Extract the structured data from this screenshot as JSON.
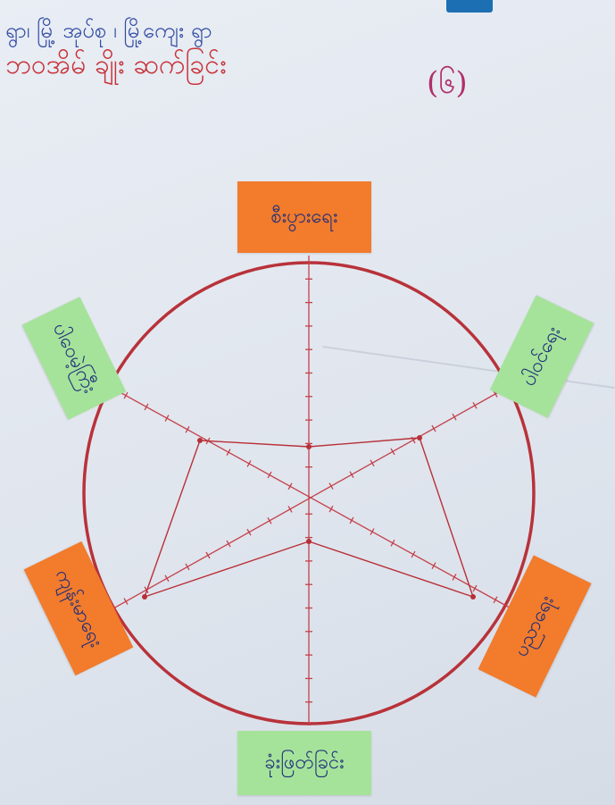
{
  "header": {
    "line1": "ရွာ၊ မြို့ အုပ်စု ၊ မြို့ကျေး ရွာ",
    "line2": "ဘဝအိမ် ချိုး ဆက်ခြင်း",
    "page_number": "(၆)"
  },
  "cards": {
    "top": "စီးပွားရေး",
    "upper_left": "ပါဝေမဲ့ကြီး",
    "upper_right": "ပါဝင်ရေး",
    "lower_left": "ကျန်းမာရေး",
    "lower_right": "ပညာရေး",
    "bottom": "ခုံးဖြတ်ခြင်း"
  },
  "colors": {
    "circle": "#b8323a",
    "spokes": "#c4414a",
    "card_orange": "#f27b2c",
    "card_green": "#a6e39a",
    "text_blue": "#1d2f7a"
  }
}
